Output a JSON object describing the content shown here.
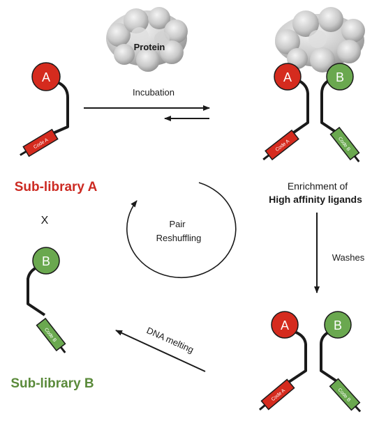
{
  "protein_label": "Protein",
  "ligand_a_letter": "A",
  "ligand_b_letter": "B",
  "code_a_label": "Code A",
  "code_b_label": "Code B",
  "sublibrary_a": "Sub-library A",
  "sublibrary_b": "Sub-library B",
  "cross_symbol": "X",
  "incubation": "Incubation",
  "enrichment_line1": "Enrichment of",
  "enrichment_line2": "High affinity ligands",
  "washes": "Washes",
  "dna_melting": "DNA melting",
  "cycle_line1": "Pair",
  "cycle_line2": "Reshuffling",
  "colors": {
    "red": "#d52b1e",
    "green": "#6aa84f",
    "sub_a_text": "#cc2a22",
    "sub_b_text": "#5a8a3a",
    "dark": "#1a1a1a"
  }
}
